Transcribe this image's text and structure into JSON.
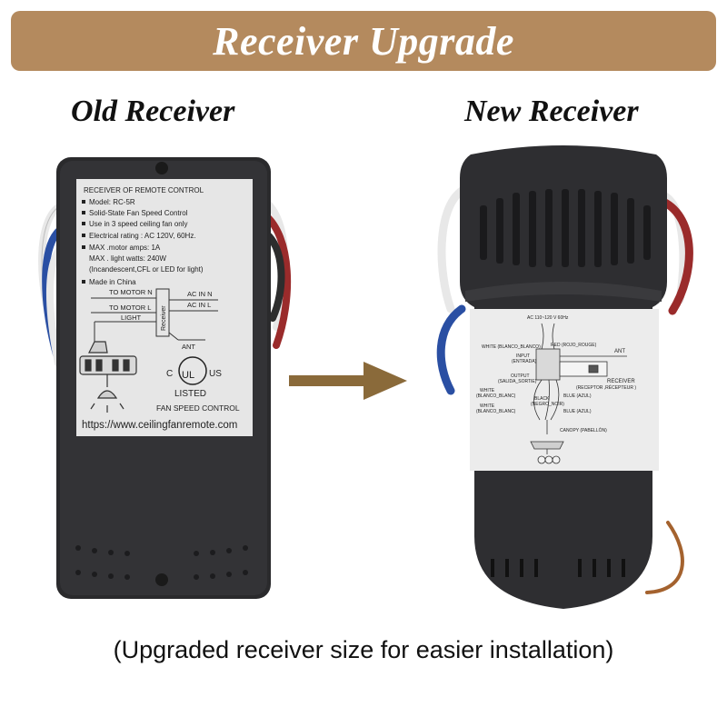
{
  "banner": {
    "title": "Receiver Upgrade",
    "color": "#b48a5e"
  },
  "old_receiver": {
    "heading": "Old Receiver",
    "label_lines": [
      "RECEIVER OF REMOTE   CONTROL",
      "Model:  RC-5R",
      "Solid-State Fan Speed Control",
      "Use in 3 speed ceiling fan only",
      "Electrical  rating :  AC  120V, 60Hz.",
      "MAX .motor amps:  1A",
      "MAX . light  watts:  240W",
      "(Incandescent,CFL or LED for light)",
      "Made in China"
    ],
    "diagram": {
      "to_motor_n": "TO MOTOR  N",
      "to_motor_l": "TO MOTOR  L",
      "light": "LIGHT",
      "ac_in_n": "AC  IN  N",
      "ac_in_l": "AC  IN  L",
      "receiver": "Receiver",
      "ant": "ANT"
    },
    "cert": {
      "c": "C",
      "ul": "UL",
      "us": "US",
      "listed": "LISTED",
      "control": "FAN SPEED CONTROL"
    },
    "website": "https://www.ceilingfanremote.com"
  },
  "new_receiver": {
    "heading": "New Receiver",
    "label": {
      "voltage": "AC 110~120 V 60Hz",
      "white_top": "WHITE (BLANCO_BLANCO)",
      "red": "RED (ROJO_ROUGE)",
      "input": "INPUT",
      "input_sub": "(ENTRADA)",
      "ant": "ANT",
      "output": "OUTPUT",
      "output_sub": "(SALIDA_SORTIE)",
      "receiver": "RECEIVER",
      "receiver_sub": "(RECEPTOR ,RÉCEPTEUR )",
      "white_left": "WHITE",
      "white_left_sub": "(BLANCO_BLANC)",
      "black": "BLACK",
      "black_sub": "(NEGRO_NOIR)",
      "blue": "BLUE (AZUL)",
      "white_low": "WHITE",
      "white_low_sub": "(BLANCO_BLANC)",
      "blue_low": "BLUE (AZUL)",
      "canopy": "CANOPY (PABELLÓN)"
    }
  },
  "caption": "(Upgraded receiver size for easier installation)",
  "colors": {
    "arrow": "#8a6a3a",
    "case": "#2a2a2c",
    "label_bg": "#ececec",
    "wire_blue": "#2a4fa3",
    "wire_red": "#9a2b2b"
  }
}
